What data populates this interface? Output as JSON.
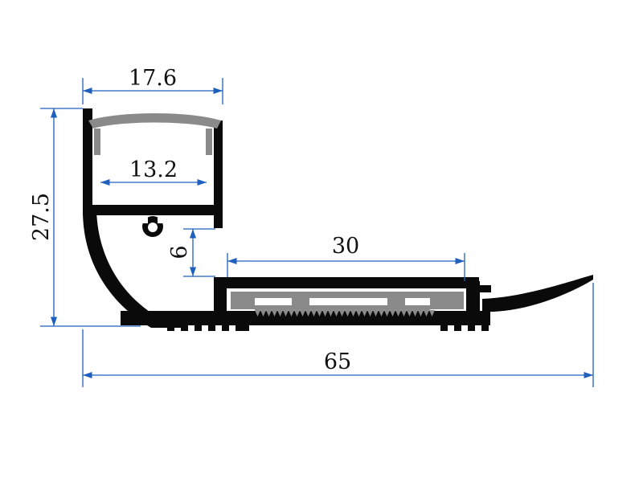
{
  "dimensions": {
    "top_width": "17.6",
    "inner_width": "13.2",
    "height": "27.5",
    "gap": "6",
    "slot_width": "30",
    "total_width": "65"
  },
  "colors": {
    "profile": "#0a0a0a",
    "diffuser": "#8a8a8a",
    "dimension_line": "#1f5fbf",
    "text": "#111111"
  }
}
